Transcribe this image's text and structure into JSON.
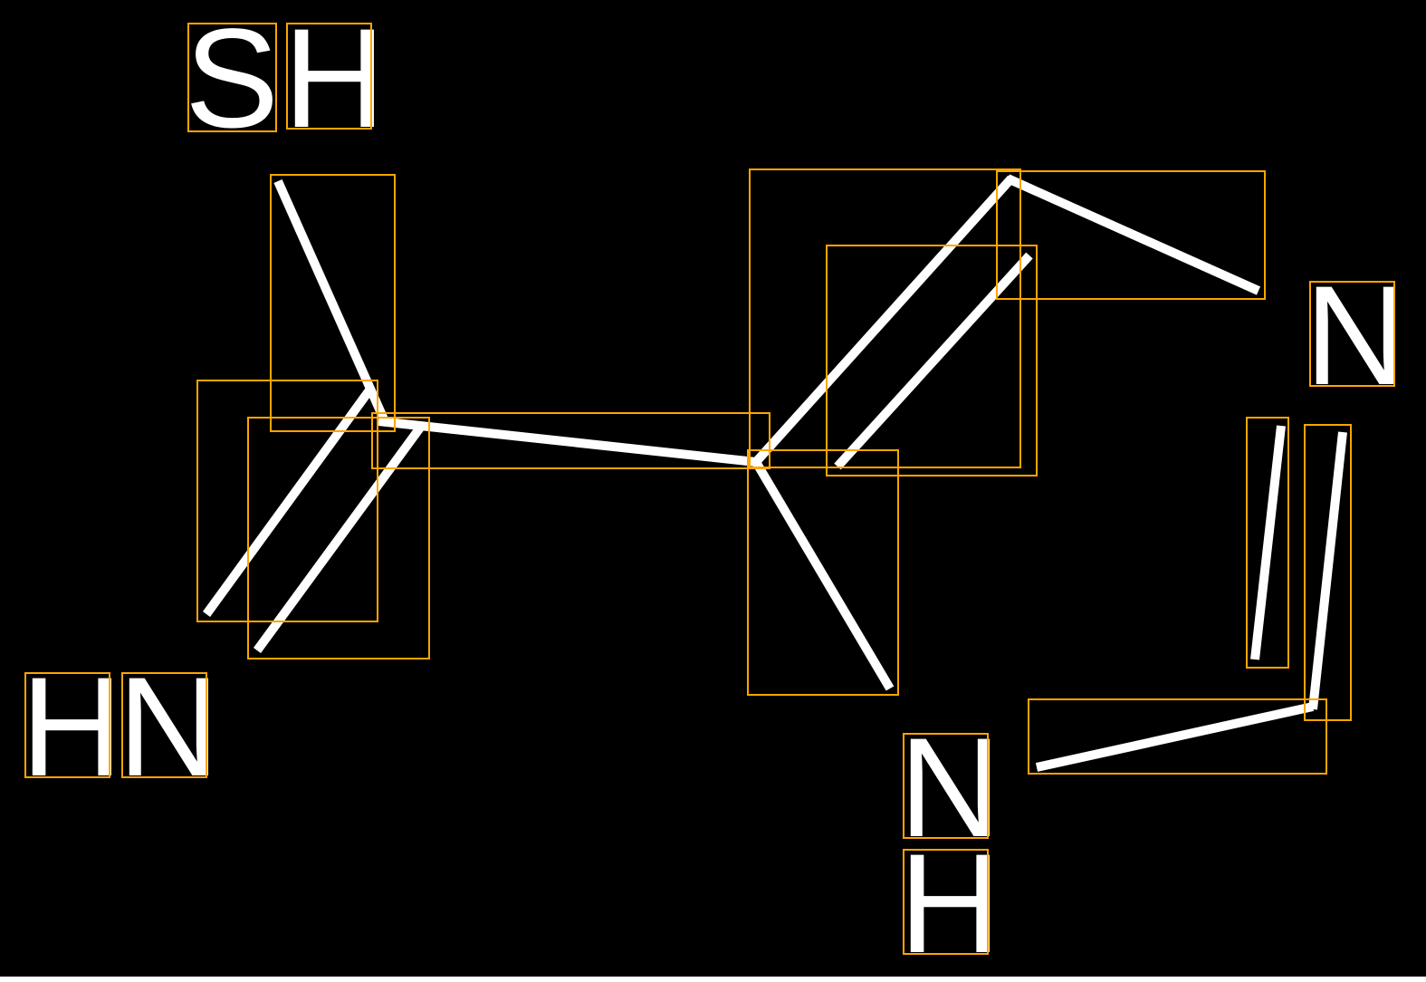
{
  "diagram": {
    "type": "chemical-structure-with-detection-boxes",
    "atoms": {
      "s": "S",
      "h_top": "H",
      "n_right": "N",
      "h_left": "H",
      "n_left": "N",
      "n_bottom": "N",
      "h_bottom": "H"
    },
    "colors": {
      "background": "#000000",
      "bond": "#FFFFFF",
      "box": "#FFA500"
    }
  }
}
